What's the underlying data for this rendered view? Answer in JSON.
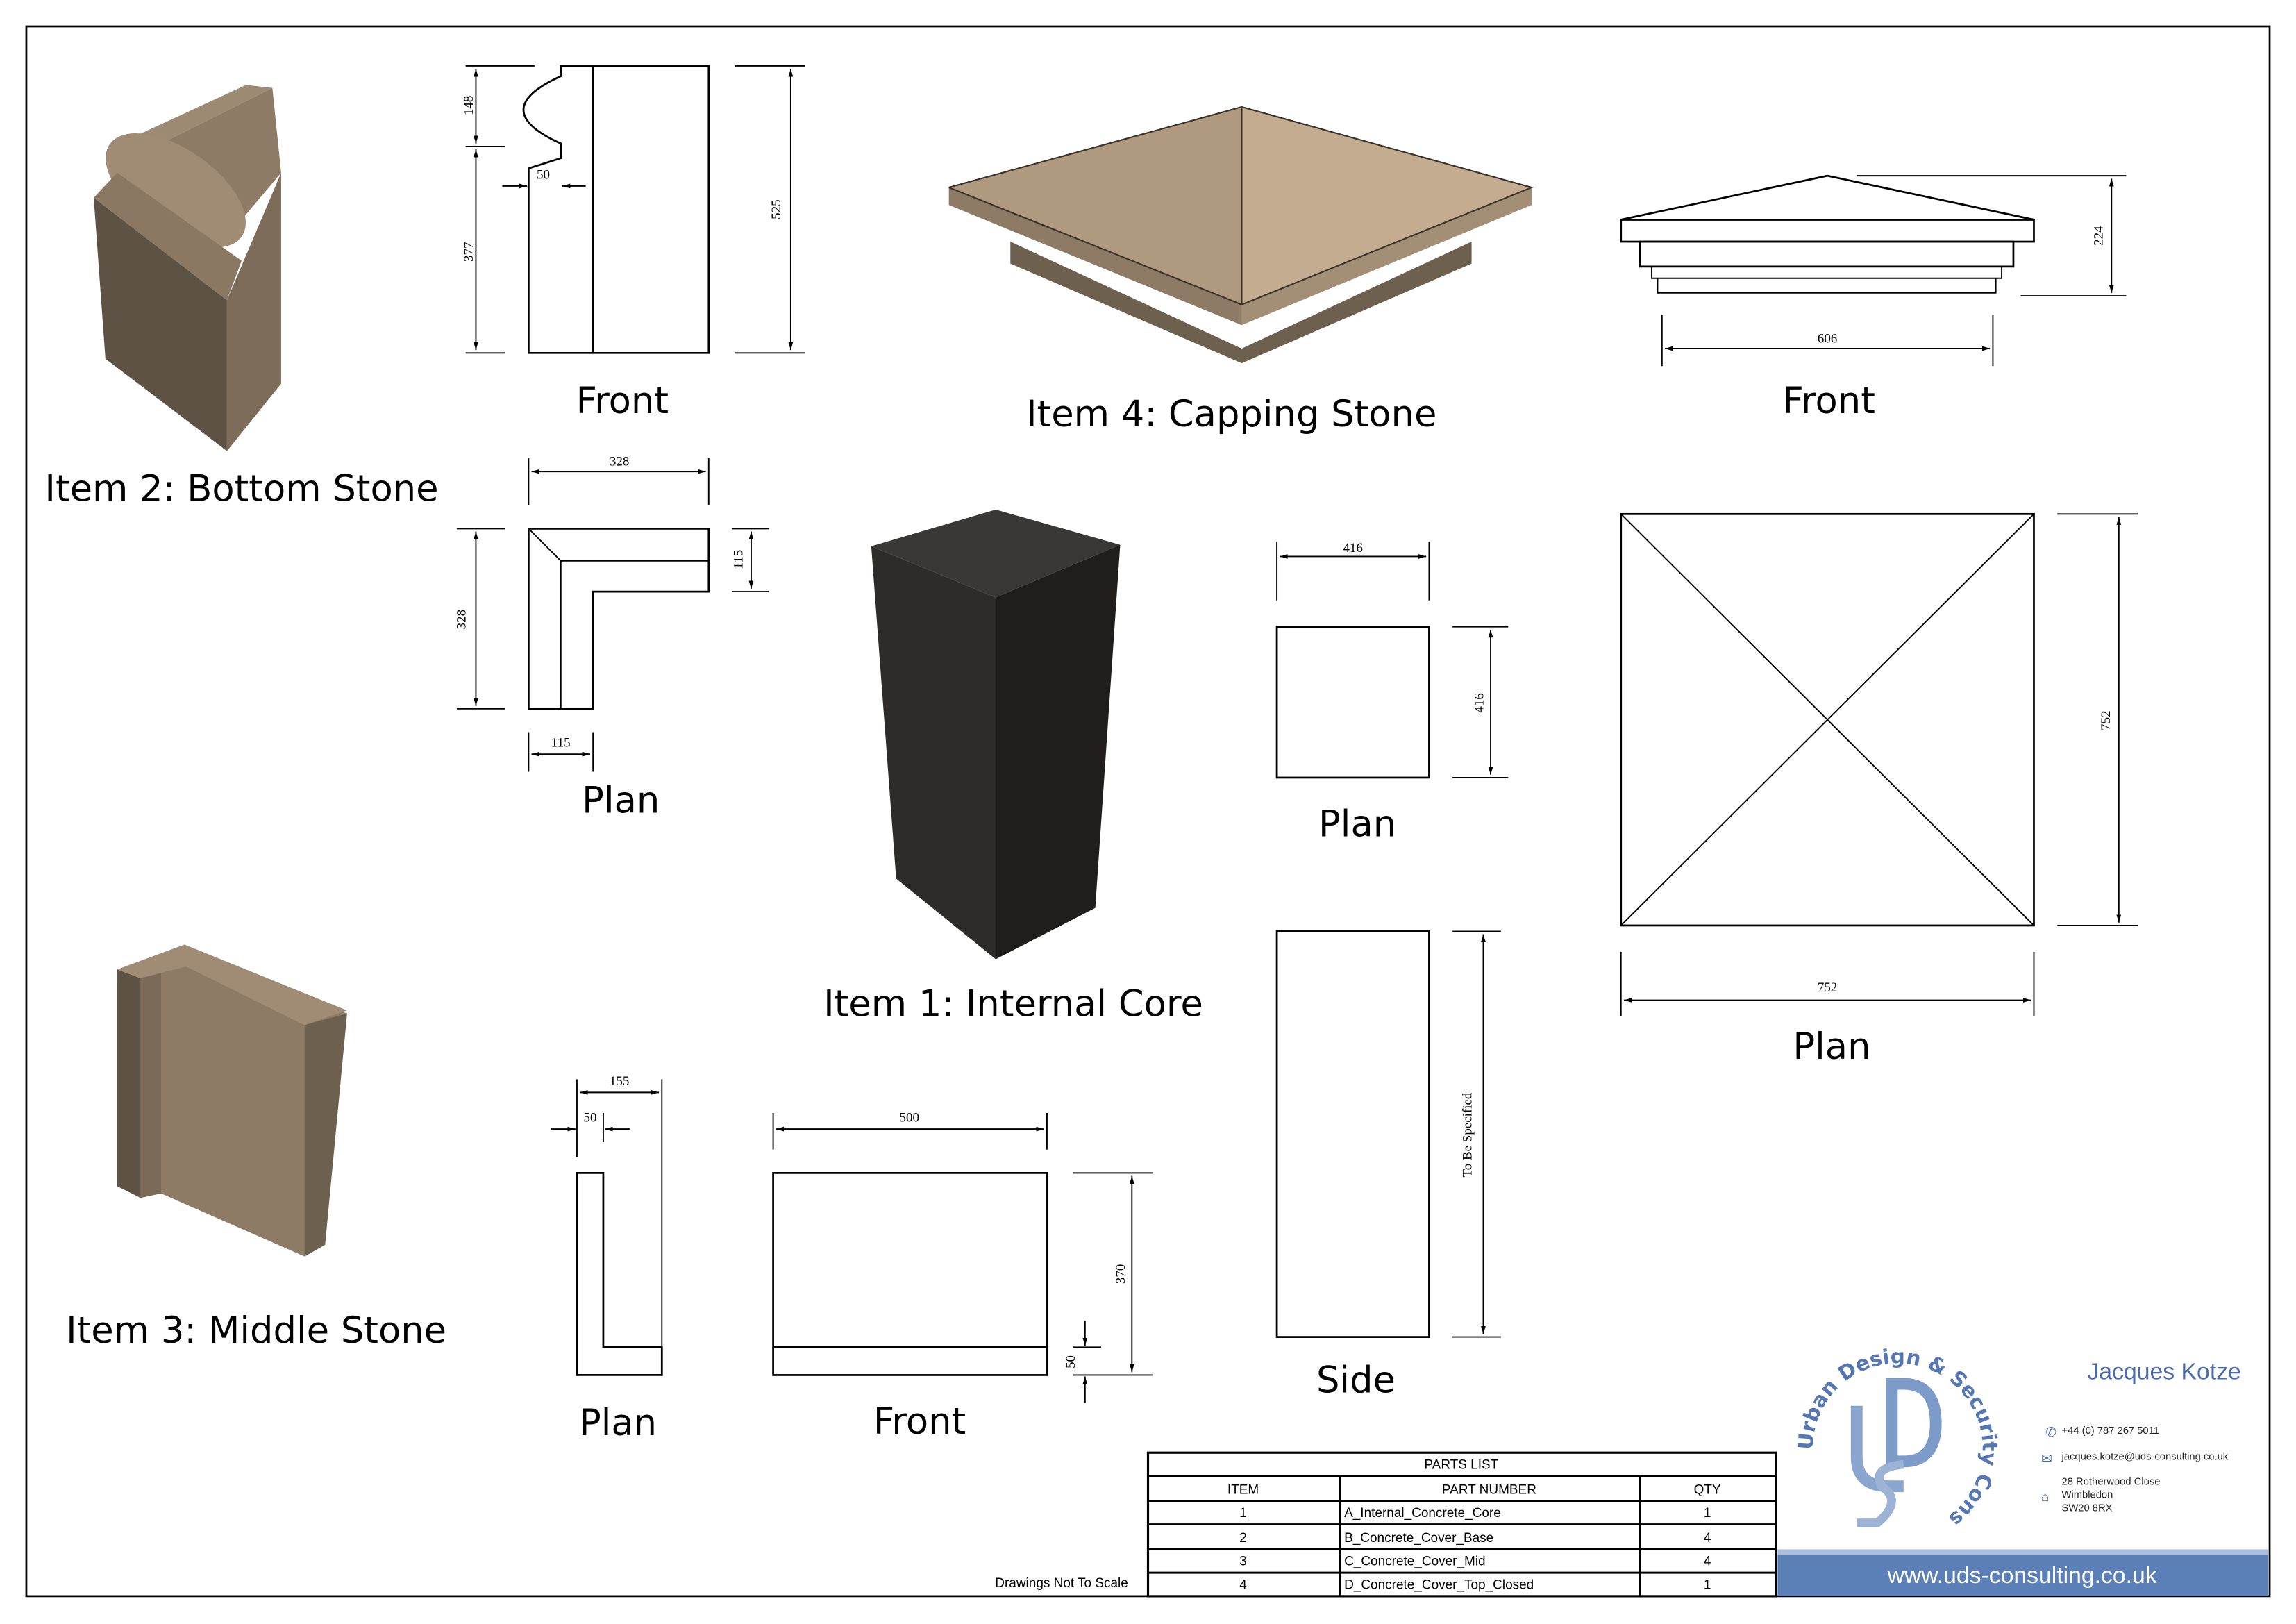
{
  "items": {
    "bottom_stone": "Item 2: Bottom Stone",
    "capping_stone": "Item 4: Capping Stone",
    "internal_core": "Item 1: Internal Core",
    "middle_stone": "Item 3: Middle Stone"
  },
  "views": {
    "bottom_front": "Front",
    "bottom_plan": "Plan",
    "capping_front": "Front",
    "capping_plan": "Plan",
    "core_plan": "Plan",
    "core_side": "Side",
    "middle_plan": "Plan",
    "middle_front": "Front"
  },
  "dimensions": {
    "bottom_profile_top": "148",
    "bottom_profile_lower": "377",
    "bottom_lip": "50",
    "bottom_height": "525",
    "bottom_plan_width": "328",
    "bottom_plan_depth": "328",
    "bottom_plan_arm_v": "115",
    "bottom_plan_arm_h": "115",
    "capping_height": "224",
    "capping_front_width": "606",
    "capping_plan_depth": "752",
    "capping_plan_width": "752",
    "core_plan_width": "416",
    "core_plan_depth": "416",
    "core_side_height": "To Be Specified",
    "middle_plan_total": "155",
    "middle_plan_lip": "50",
    "middle_front_width": "500",
    "middle_front_height": "370",
    "middle_front_base": "50"
  },
  "note": "Drawings Not To Scale",
  "parts_list": {
    "title": "PARTS LIST",
    "headers": [
      "ITEM",
      "PART NUMBER",
      "QTY"
    ],
    "rows": [
      [
        "1",
        "A_Internal_Concrete_Core",
        "1"
      ],
      [
        "2",
        "B_Concrete_Cover_Base",
        "4"
      ],
      [
        "3",
        "C_Concrete_Cover_Mid",
        "4"
      ],
      [
        "4",
        "D_Concrete_Cover_Top_Closed",
        "1"
      ]
    ]
  },
  "contact": {
    "logo_text": "Urban Design & Security Consulting",
    "name": "Jacques Kotze",
    "phone": "+44 (0) 787 267 5011",
    "email": "jacques.kotze@uds-consulting.co.uk",
    "address": [
      "28 Rotherwood Close",
      "Wimbledon",
      "SW20 8RX"
    ],
    "website": "www.uds-consulting.co.uk"
  },
  "colors": {
    "stone": "#8d7b66",
    "core": "#2a2928",
    "brand_blue": "#5b80b8",
    "name_blue": "#4a6aa8"
  }
}
